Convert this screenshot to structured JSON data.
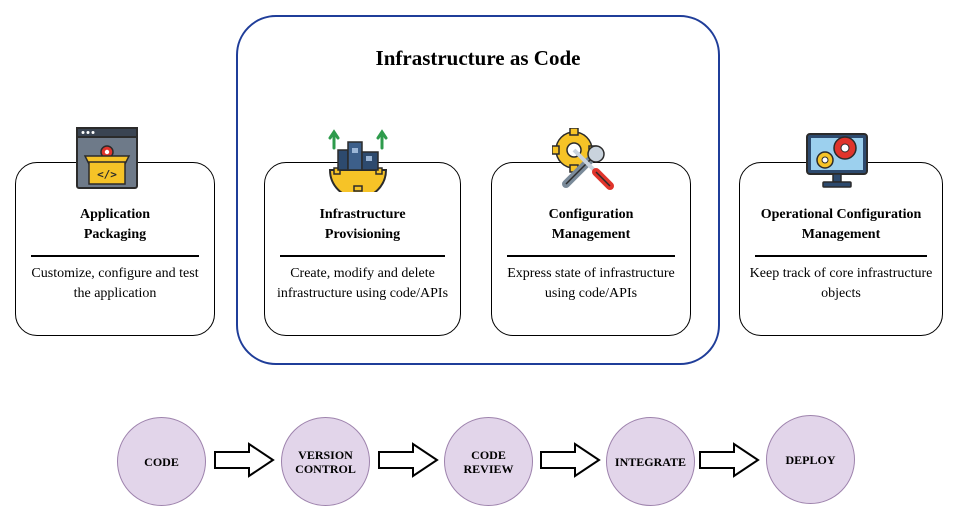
{
  "title": "Infrastructure as Code",
  "cards": [
    {
      "title": "Application\nPackaging",
      "description": "Customize, configure and test the application",
      "icon": "app-package-icon"
    },
    {
      "title": "Infrastructure\nProvisioning",
      "description": "Create, modify and delete infrastructure using code/APIs",
      "icon": "factory-gear-icon"
    },
    {
      "title": "Configuration\nManagement",
      "description": "Express state of infrastructure using code/APIs",
      "icon": "wrench-screwdriver-icon"
    },
    {
      "title": "Operational Configuration\nManagement",
      "description": "Keep track of core infrastructure objects",
      "icon": "monitor-gears-icon"
    }
  ],
  "pipeline": [
    "CODE",
    "VERSION\nCONTROL",
    "CODE\nREVIEW",
    "INTEGRATE",
    "DEPLOY"
  ],
  "colors": {
    "frame": "#1f3d99",
    "step_fill": "#e2d5ea",
    "gear_yellow": "#f6c327",
    "gear_red": "#e0342b",
    "tool_blue": "#2d4a6e"
  }
}
